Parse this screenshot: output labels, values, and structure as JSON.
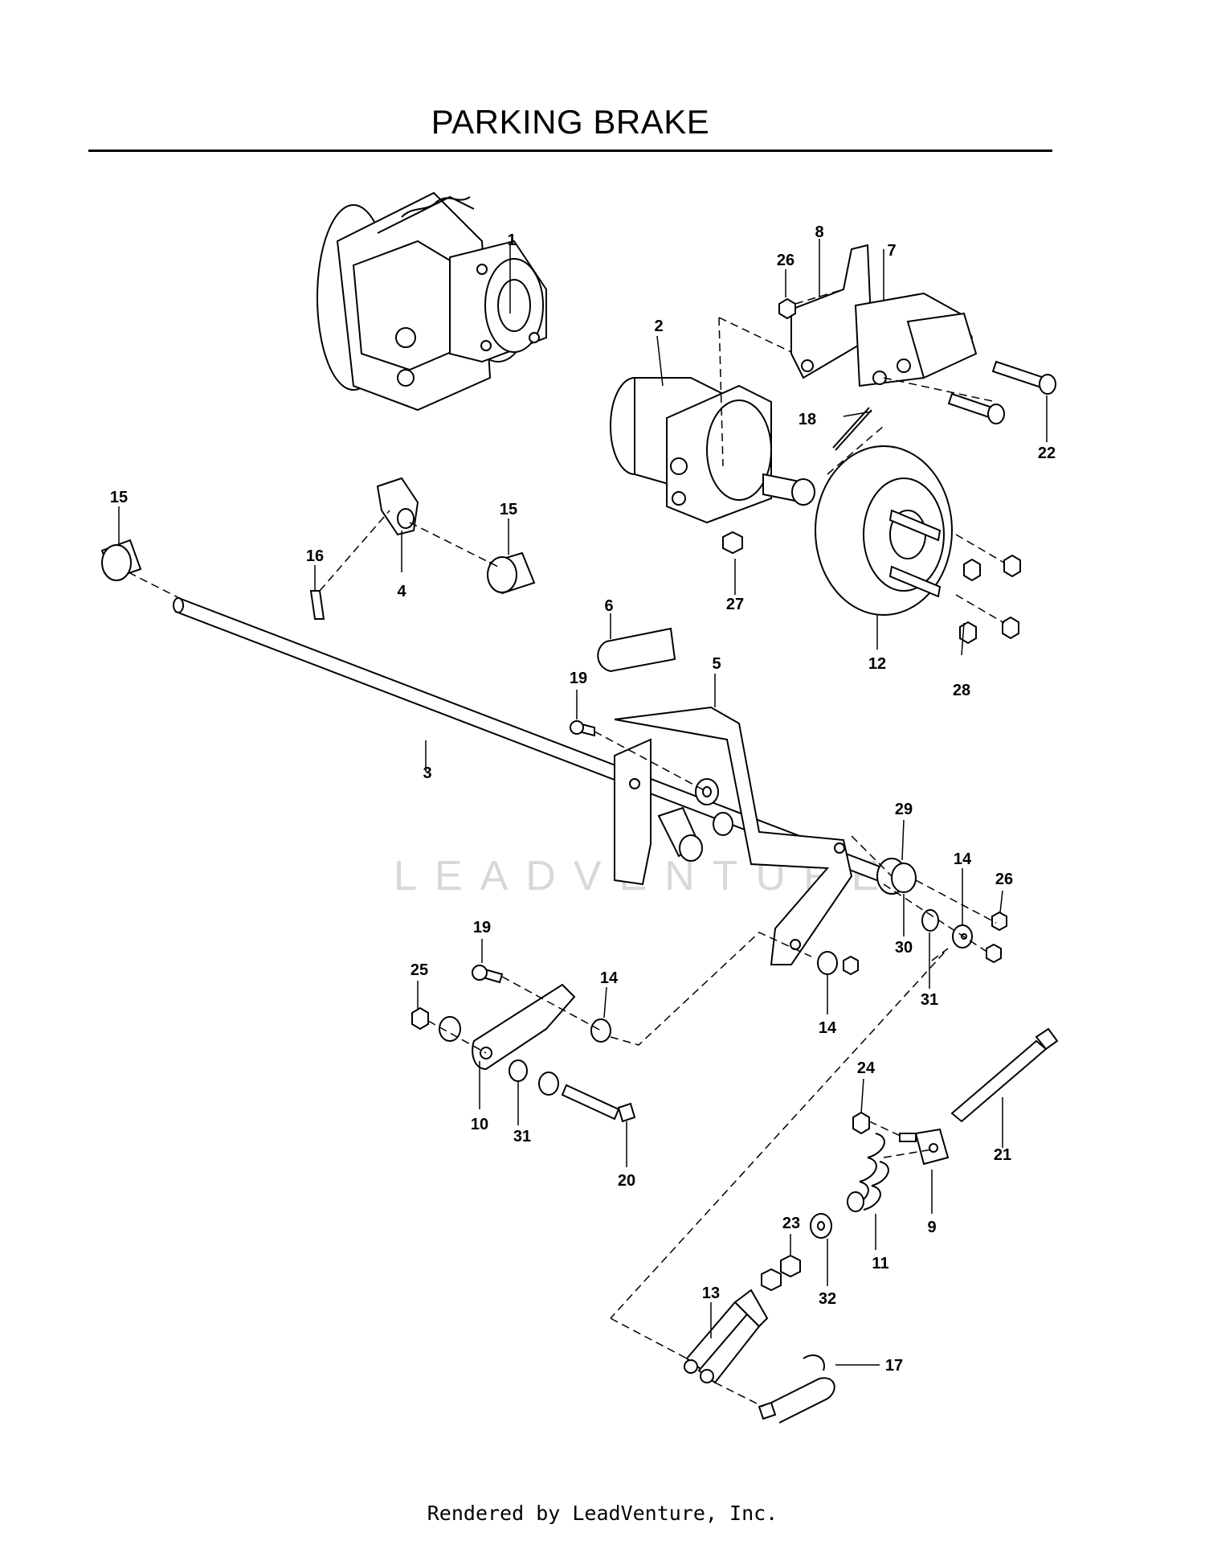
{
  "title": "PARKING BRAKE",
  "watermark": "LEADVENTURE",
  "footer": "Rendered by LeadVenture, Inc.",
  "callouts": [
    "1",
    "2",
    "3",
    "4",
    "5",
    "6",
    "7",
    "8",
    "9",
    "10",
    "11",
    "12",
    "13",
    "14",
    "15",
    "16",
    "17",
    "18",
    "19",
    "20",
    "21",
    "22",
    "23",
    "24",
    "25",
    "26",
    "27",
    "28",
    "29",
    "30",
    "31",
    "32"
  ]
}
